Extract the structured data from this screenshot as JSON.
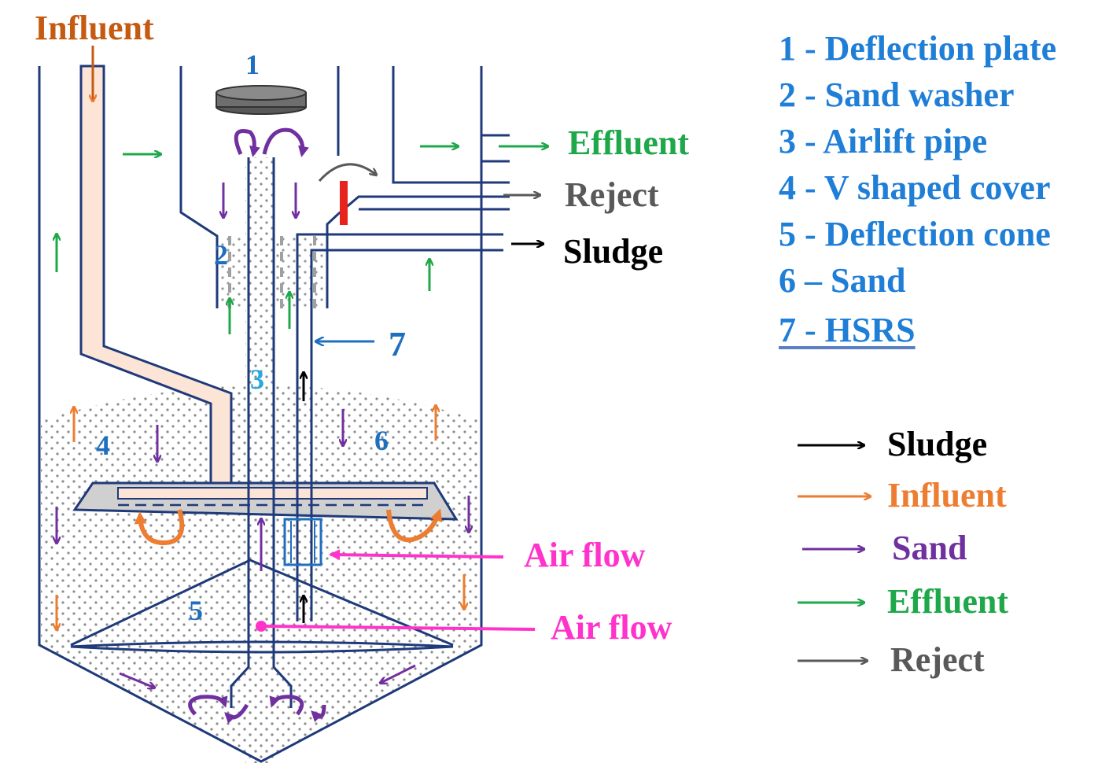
{
  "labels": {
    "influent": "Influent",
    "effluent": "Effluent",
    "reject": "Reject",
    "sludge": "Sludge",
    "air_flow_1": "Air flow",
    "air_flow_2": "Air flow",
    "n1": "1",
    "n2": "2",
    "n3": "3",
    "n4": "4",
    "n5": "5",
    "n6": "6",
    "n7": "7"
  },
  "key": {
    "items": [
      "1 - Deflection plate",
      "2 - Sand washer",
      "3 - Airlift pipe",
      "4 - V shaped cover",
      "5 - Deflection cone",
      "6 – Sand",
      "7 - HSRS"
    ]
  },
  "legend": {
    "items": [
      {
        "label": "Sludge",
        "color": "#000000"
      },
      {
        "label": "Influent",
        "color": "#ed7d31"
      },
      {
        "label": "Sand",
        "color": "#7030a0"
      },
      {
        "label": "Effluent",
        "color": "#1fa84a"
      },
      {
        "label": "Reject",
        "color": "#595959"
      }
    ]
  },
  "colors": {
    "structure": "#1f3a7a",
    "number_blue": "#1f6fbf",
    "influent": "#c55a11",
    "influent_arrow": "#ed7d31",
    "effluent": "#1fa84a",
    "sand": "#7030a0",
    "reject": "#595959",
    "air": "#ff33cc",
    "key_blue": "#1f7ed6",
    "reject_valve": "#e8231e"
  }
}
